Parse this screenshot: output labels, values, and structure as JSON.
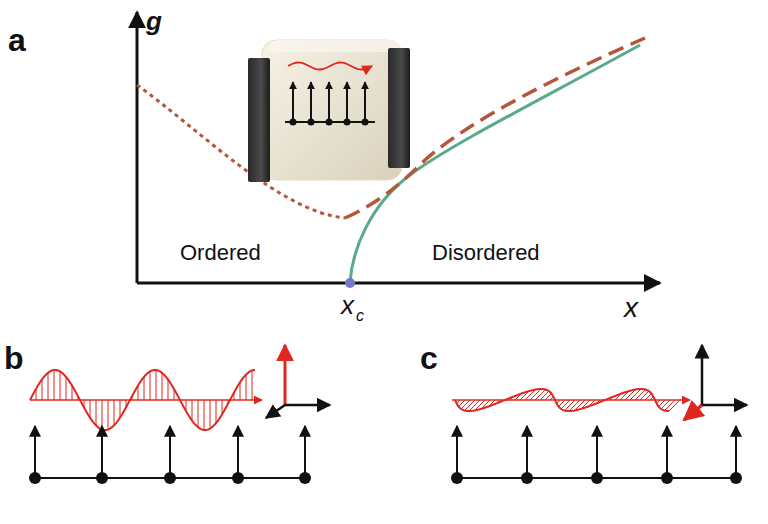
{
  "diagram": {
    "labels": [
      "a",
      "g",
      "Ordered",
      "Disordered",
      "x",
      "c",
      "x",
      "b",
      "c"
    ]
  }
}
